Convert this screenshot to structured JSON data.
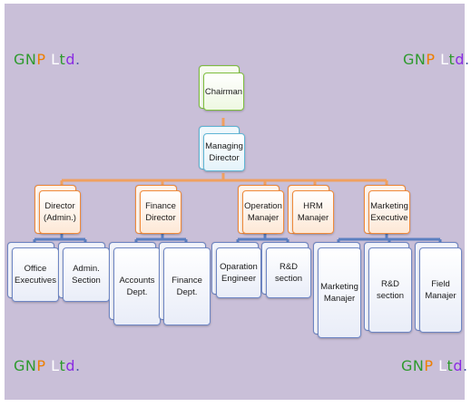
{
  "watermark": "GNP Ltd.",
  "watermark_colors": [
    "#2e9a2e",
    "#2e9a2e",
    "#ee7f00",
    "#d9261c",
    "#ffffff",
    "#2e9a2e",
    "#8a2be2",
    "#4a5aa8",
    "#4a5aa8"
  ],
  "colors": {
    "background": "#c9bfd8",
    "green_border": "#7fbf3f",
    "blue_border": "#5fb6d6",
    "orange_border": "#f08a3a",
    "purple_border": "#6e86c4",
    "orange_connector": "#f0a060",
    "blue_connector": "#5b7fc0"
  },
  "nodes": {
    "chairman": "Chairman",
    "managing_director": "Managing Director",
    "director_admin": "Director (Admin.)",
    "finance_director": "Finance Director",
    "operation_manager": "Operation Manajer",
    "hrm_manager": "HRM Manajer",
    "marketing_executive": "Marketing Executive",
    "office_executives": "Office Executives",
    "admin_section": "Admin. Section",
    "accounts_dept": "Accounts Dept.",
    "finance_dept": "Finance Dept.",
    "operation_engineer": "Oparation Engineer",
    "rd_section_ops": "R&D section",
    "marketing_manager": "Marketing Manajer",
    "rd_section_mkt": "R&D section",
    "field_manager": "Field Manajer"
  }
}
